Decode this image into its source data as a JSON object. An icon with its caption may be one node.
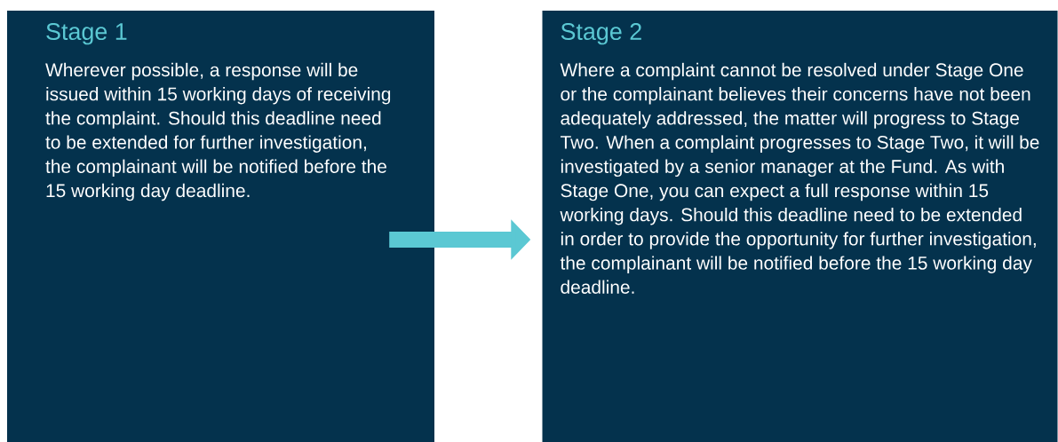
{
  "diagram": {
    "nodes": [
      {
        "text": [
          "Stage 1",
          "Wherever possible, a response will be issued within 15 working days of receiving the complaint. Should this deadline need to be extended for further investigation, the complainant will be notified before the 15 working day deadline."
        ]
      },
      {
        "text": [
          "Stage 2",
          "Where a complaint cannot be resolved under Stage One or the complainant believes their concerns have not been adequately addressed, the matter will progress to Stage Two. When a complaint progresses to Stage Two, it will be investigated by a senior manager at the Fund. As with Stage One, you can expect a full response within 15 working days. Should this deadline need to be extended in order to provide the opportunity for further investigation, the complainant will be notified before the 15 working day deadline."
        ]
      }
    ],
    "edges": [
      {
        "from": 0,
        "to": 1,
        "arrow": "to"
      }
    ]
  }
}
